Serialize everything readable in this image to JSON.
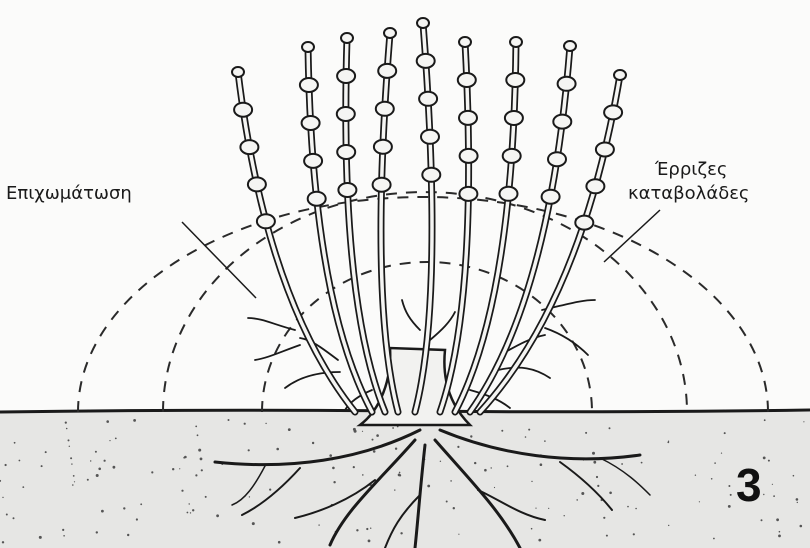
{
  "labels": {
    "mounding": "Επιχωμάτωση",
    "rooted_layers_line1": "Έρριζες",
    "rooted_layers_line2": "καταβολάδες"
  },
  "panel_number": "3",
  "colors": {
    "ink": "#1a1a1a",
    "soil": "#e4e4e2",
    "background": "#fbfbfa"
  }
}
